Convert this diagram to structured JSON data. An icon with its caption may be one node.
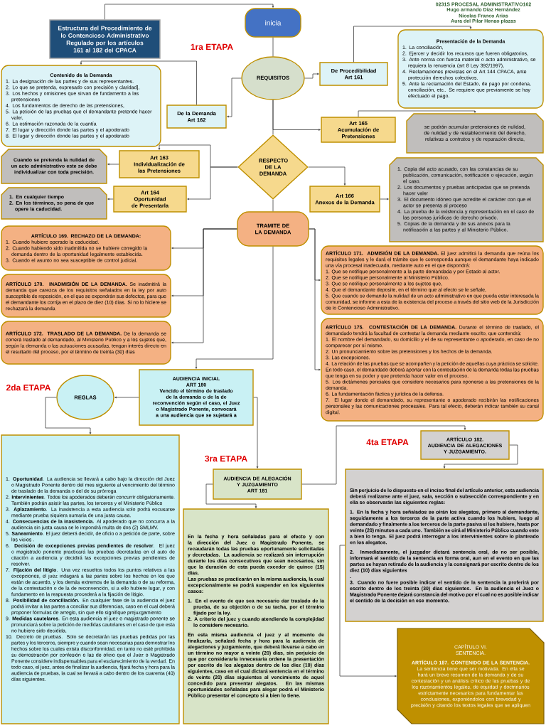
{
  "diagram": {
    "nodes": [
      {
        "text": [
          "Estructura del Procedimiento de lo Contencioso Administrativo Regulado por los artículos 161 al 182 del CPACA"
        ]
      },
      {
        "text": [
          "inicia"
        ]
      },
      {
        "text": [
          "REQUISITOS"
        ]
      },
      {
        "text": [
          "De Procedibilidad",
          "Art 161"
        ]
      },
      {
        "text": [
          "Presentación de la Demanda",
          "1. La conciliación,",
          "2. Ejercer y decidir los recursos que fueren obligatorios,",
          "3. Ante norma con fuerza material o acto administrativo, se requiera la renuencia (art 8 Ley 392/1997),",
          "4. Reclamaciones previstas en el Art 144 CPACA, ante protección derechos colectivos.",
          "5. Ante la reclamación del Estado, de pago por condena, conciliación, etc.. Se requiere que previamente se hay efectuado el pago."
        ]
      },
      {
        "text": [
          "De la Demanda",
          "Art 162"
        ]
      },
      {
        "text": [
          "Contenido de la Demanda",
          "1. La designación de las partes y de sus representantes.",
          "2. Lo que se pretenda, expresado con precisión y claridad],",
          "3. Los hechos y omisiones que sirvan de fundamento a las pretensiones",
          "4. Los fundamentos de derecho de las pretensiones,",
          "5. La petición de las pruebas que el demandante pretende hacer valer,",
          "6. La estimación razonada de la cuantía",
          "7. El lugar y dirección donde las partes y el apoderado",
          "8. El lugar y dirección donde las partes y el apoderado"
        ]
      },
      {
        "text": [
          "Art 165",
          "Acumulación de Pretensiones"
        ]
      },
      {
        "text": [
          "se podrán acumular pretensiones de nulidad, de nulidad y de restablecimiento del derecho, relativas a contratos y de reparación directa,"
        ]
      },
      {
        "text": [
          "RESPECTO DE LA DEMANDA"
        ]
      },
      {
        "text": [
          "Art 163",
          "Individualización de las Pretensiones"
        ]
      },
      {
        "text": [
          "Cuando se pretenda la nulidad de un acto administrativo este se debe individualizar con toda precisión."
        ]
      },
      {
        "text": [
          "Art 164",
          "Oportunidad de Presentarla"
        ]
      },
      {
        "text": [
          "1. En cualquier tiempo",
          "2. En los términos, so pena de que opere la caducidad."
        ]
      },
      {
        "text": [
          "Art 166",
          "Anexos de la Demanda"
        ]
      },
      {
        "text": [
          "1. Copia del acto acusado, con las constancias de su publicación, comunicación, notificación o ejecución, según el caso.",
          "2. Los documentos y pruebas anticipadas que se pretenda hacer valer",
          "3. El documento idóneo que acredite el carácter con que el actor se presenta al proceso",
          "4. La prueba de la existencia y representación en el caso de las personas jurídicas de derecho privado.",
          "5. Copias de la demanda y de sus anexos para la notificación a las partes y al Ministerio Público."
        ]
      },
      {
        "text": [
          "TRAMITE DE LA DEMANDA"
        ]
      },
      {
        "text": [
          "ARTÍCULO 169. RECHAZO DE LA DEMANDA:",
          "1. Cuando hubiere operado la caducidad.",
          "2. Cuando habiendo sido inadmitida no se hubiere corregido la demanda dentro de la oportunidad legalmente establecida.",
          "3. Cuando el asunto no sea susceptible de control judicial."
        ]
      },
      {
        "text": [
          "**ARTÍCULO 170. INADMISIÓN DE LA DEMANDA.** Se inadmitirá la demanda que carezca de los requisitos señalados en la ley por auto susceptible de reposición, en el que se expondrán sus defectos, para que el demandante los corrija en el plazo de diez (10) días. Si no lo hiciere se rechazará la demanda"
        ]
      },
      {
        "text": [
          "**ARTÍCULO 172. TRASLADO DE LA DEMANDA.** De la demanda se correrá traslado al demandado, al Ministerio Público y a los sujetos que, según la demanda o las actuaciones acusadas, tengan interés directo en el resultado del proceso, por el término de treinta (30) días"
        ]
      },
      {
        "text": [
          "**ARTÍCULO 171. ADMISIÓN DE LA DEMANDA.** El juez admitirá la demanda que reúna los requisitos legales y le dará el trámite que le corresponda aunque el demandante haya indicado una vía procesal inadecuada, mediante auto en el que dispondrá:",
          "1. Que se notifique personalmente a la parte demandada y por Estado al actor.",
          "2. Que se notifique personalmente al Ministerio Público.",
          "3. Que se notifique personalmente a los sujetos que,",
          "4. Que el demandante deposite, en el término que al efecto se le señale,",
          "5. Que cuando se demande la nulidad de un acto administrativo en que pueda estar interesada la comunidad, se informe a esta de la existencia del proceso a través del sitio web de la Jurisdicción de lo Contencioso Administrativo."
        ]
      },
      {
        "text": [
          "**ARTÍCULO 175. CONTESTACIÓN DE LA DEMANDA.** Durante el término de traslado, el demandado tendrá la facultad de contestar la demanda mediante escrito, que contendrá:",
          "1. El nombre del demandado, su domicilio y el de su representante o apoderado, en caso de no comparecer por sí mismo.",
          "2. Un pronunciamiento sobre las pretensiones y los hechos de la demanda.",
          "3. Las excepciones.",
          "4. La relación de las pruebas que se acompañen y la petición de aquellas cuya práctica se solicite. En todo caso, el demandado deberá aportar con la contestación de la demanda todas las pruebas que tenga en su poder y que pretenda hacer valer en el proceso.",
          "5. Los dictámenes periciales que considere necesarios para oponerse a las pretensiones de la demanda.",
          "6. La fundamentación fáctica y jurídica de la defensa.",
          "7. El lugar donde el demandado, su representante o apoderado recibirán las notificaciones personales y las comunicaciones procesales. Para tal efecto, deberán indicar también su canal digital."
        ]
      },
      {
        "text": [
          "AUDIENCIA INICIAL",
          "ART 180",
          "Vencido el término de traslado de la demanda o de la de reconvención según el caso, el Juez o Magistrado Ponente, convocará a una audiencia que se sujetará a"
        ]
      },
      {
        "text": [
          "REGLAS"
        ]
      },
      {
        "text": [
          "1. **Oportunidad**. La audiencia se llevará a cabo bajo la dirección del Juez o Magistrado Ponente dentro del mes siguiente al vencimiento del término de traslado de la demanda o del de su prórroga",
          "2. **Intervinientes**. Todos los apoderados deberán concurrir obligatoriamente. También podrán asistir las partes, los terceros y el Ministerio Público",
          "3. **Aplazamiento**. La inasistencia a esta audiencia solo podrá excusarse mediante prueba siquiera sumaria de una justa causa.",
          "4. **Consecuencias de la inasistencia.** Al apoderado que no concurra a la audiencia sin justa causa se le impondrá multa de dos (2) SMLMV.",
          "5. **Saneamiento**. El juez deberá decidir, de oficio o a petición de parte, sobre los vicios .",
          "6. **Decisión de excepciones previas pendientes de resolver**. El juez o magistrado ponente practicará las pruebas decretadas en el auto de citación a audiencia y decidirá las excepciones previas pendientes de resolver.",
          "7. **Fijación del litigio**. Una vez resueltos todos los puntos relativos a las excepciones, el juez indagará a las partes sobre los hechos en los que están de acuerdo, y los demás extremos de la demanda o de su reforma, de la contestación o de la de reconvención, si a ello hubiere lugar, y con fundamento en la respuesta procederá a la fijación de litigio.",
          "8. **Posibilidad de conciliación.** En cualquier fase de la audiencia el juez podrá invitar a las partes a conciliar sus diferencias, caso en el cual deberá proponer fórmulas de arreglo, sin que ello signifique prejuzgamiento",
          "9. **Medidas cautelares**. En esta audiencia el juez o magistrado ponente se pronunciará sobre la petición de medidas cautelares en el caso de que esta no hubiere sido decidida.",
          "10. Decreto de pruebas. Solo se decretarán las pruebas pedidas por las partes y los terceros, siempre y cuando sean necesarias para demostrar los hechos sobre los cuales exista disconformidad, en tanto no esté prohibida su demostración por confesión o las de oficio que el Juez o Magistrado Ponente considere indispensables para el esclarecimiento de la verdad. En todo caso, el juez, antes de finalizar la audiencia, fijará fecha y hora para la audiencia de pruebas, la cual se llevará a cabo dentro de los cuarenta (40) días siguientes."
        ]
      },
      {
        "text": [
          "AUDIENCIA DE ALEGACIÓN Y JUZGAMIENTO",
          "ART 181"
        ]
      },
      {
        "text": [
          "En la fecha y hora señaladas para el efecto y con la dirección del Juez o Magistrado Ponente, se recaudarán todas las pruebas oportunamente solicitadas y decretadas. La audiencia se realizará sin interrupción durante los días consecutivos que sean necesarios, sin que la duración de esta pueda exceder de quince (15) días.",
          "Las pruebas se practicarán en la misma audiencia, la cual excepcionalmente se podrá suspender en los siguientes casos:",
          "1. En el evento de que sea necesario dar traslado de la prueba, de su objeción o de su tacha, por el término fijado por la ley.",
          "2. A criterio del juez y cuando atendiendo la complejidad lo considere necesario.",
          "En esta misma audiencia el juez y al momento de finalizarla, señalará fecha y hora para la audiencia de alegaciones y juzgamiento, que deberá llevarse a cabo en un término no mayor a veinte (20) días, sin perjuicio de que por considerarla innecesaria ordene la presentación por escrito de los alegatos dentro de los diez (10) días siguientes, caso en el cual dictará sentencia en el término de veinte (20) días siguientes al vencimiento de aquel concedido para presentar alegatos. En las mismas oportunidades señaladas para alegar podrá el Ministerio Público presentar el concepto si a bien lo tiene."
        ]
      },
      {
        "text": [
          "ARTÍCULO 182.",
          "AUDIENCIA DE ALEGACIONES Y JUZGAMIENTO."
        ]
      },
      {
        "text": [
          "Sin perjuicio de lo dispuesto en el inciso final del artículo anterior, esta audiencia deberá realizarse ante el juez, sala, sección o subsección correspondiente y en ella se observarán las siguientes reglas:",
          "1. En la fecha y hora señalados se oirán los alegatos, primero al demandante, seguidamente a los terceros de la parte activa cuando los hubiere, luego al demandado y finalmente a los terceros de la parte pasiva si los hubiere, hasta por veinte (20) minutos a cada uno. También se oirá al Ministerio Público cuando este a bien lo tenga. El juez podrá interrogar a los intervinientes sobre lo planteado en los alegatos.",
          "2. Inmediatamente, el juzgador dictará sentencia oral, de no ser posible, informará el sentido de la sentencia en forma oral, aun en el evento en que las partes se hayan retirado de la audiencia y la consignará por escrito dentro de los diez (10) días siguientes",
          ".",
          "3. Cuando no fuere posible indicar el sentido de la sentencia la proferirá por escrito dentro de los treinta (30) días siguientes. En la audiencia el Juez o Magistrado Ponente dejará constancia del motivo por el cual no es posible indicar el sentido de la decisión en ese momento."
        ]
      },
      {
        "text": [
          "CAPÍTULO VI.",
          "SENTENCIA.",
          "**ARTÍCULO 187. CONTENIDO DE LA SENTENCIA.** La sentencia tiene que ser motivada. En ella se hará un breve resumen de la demanda y de su contestación y un análisis crítico de las pruebas y de los razonamientos legales, de equidad y doctrinarios estrictamente necesarios para fundamentar las conclusiones, exponiéndolos con brevedad y precisión y citando los textos legales que se apliquen"
        ]
      }
    ],
    "edges": [
      {
        "from": 0,
        "to": 1,
        "arrow": "to"
      },
      {
        "from": 1,
        "to": 2,
        "arrow": "none"
      },
      {
        "from": 2,
        "to": 3,
        "arrow": "to"
      },
      {
        "from": 3,
        "to": 4,
        "arrow": "to"
      },
      {
        "from": 2,
        "to": 5,
        "arrow": "to"
      },
      {
        "from": 5,
        "to": 6,
        "arrow": "to"
      },
      {
        "from": 2,
        "to": 9,
        "arrow": "none"
      },
      {
        "from": 2,
        "to": 7,
        "arrow": "to"
      },
      {
        "from": 7,
        "to": 8,
        "arrow": "to"
      },
      {
        "from": 9,
        "to": 10,
        "arrow": "to"
      },
      {
        "from": 10,
        "to": 11,
        "arrow": "to"
      },
      {
        "from": 9,
        "to": 12,
        "arrow": "to"
      },
      {
        "from": 12,
        "to": 13,
        "arrow": "to"
      },
      {
        "from": 9,
        "to": 14,
        "arrow": "to"
      },
      {
        "from": 14,
        "to": 15,
        "arrow": "to"
      },
      {
        "from": 9,
        "to": 16,
        "arrow": "none"
      },
      {
        "from": 16,
        "to": 17,
        "arrow": "to"
      },
      {
        "from": 16,
        "to": 18,
        "arrow": "to"
      },
      {
        "from": 16,
        "to": 19,
        "arrow": "to"
      },
      {
        "from": 16,
        "to": 20,
        "arrow": "to"
      },
      {
        "from": 16,
        "to": 21,
        "arrow": "to"
      },
      {
        "from": 16,
        "to": 22,
        "arrow": "to"
      },
      {
        "from": 22,
        "to": 23,
        "arrow": "to"
      },
      {
        "from": 23,
        "to": 24,
        "arrow": "to"
      },
      {
        "from": 22,
        "to": 25,
        "arrow": "to"
      },
      {
        "from": 25,
        "to": 26,
        "arrow": "to"
      },
      {
        "from": 25,
        "to": 27,
        "arrow": "to"
      },
      {
        "from": 27,
        "to": 28,
        "arrow": "to"
      },
      {
        "from": 28,
        "to": 29,
        "arrow": "to"
      }
    ],
    "labels": [
      "0231S PROCESAL ADMINISTRATIVO162",
      "Hugo armando Diaz Hernández",
      "Nicolas Franco Arias",
      "Aura del Pilar Henao plazas",
      "1ra ETAPA",
      "2da ETAPA",
      "3ra ETAPA",
      "4ta ETAPA"
    ]
  }
}
